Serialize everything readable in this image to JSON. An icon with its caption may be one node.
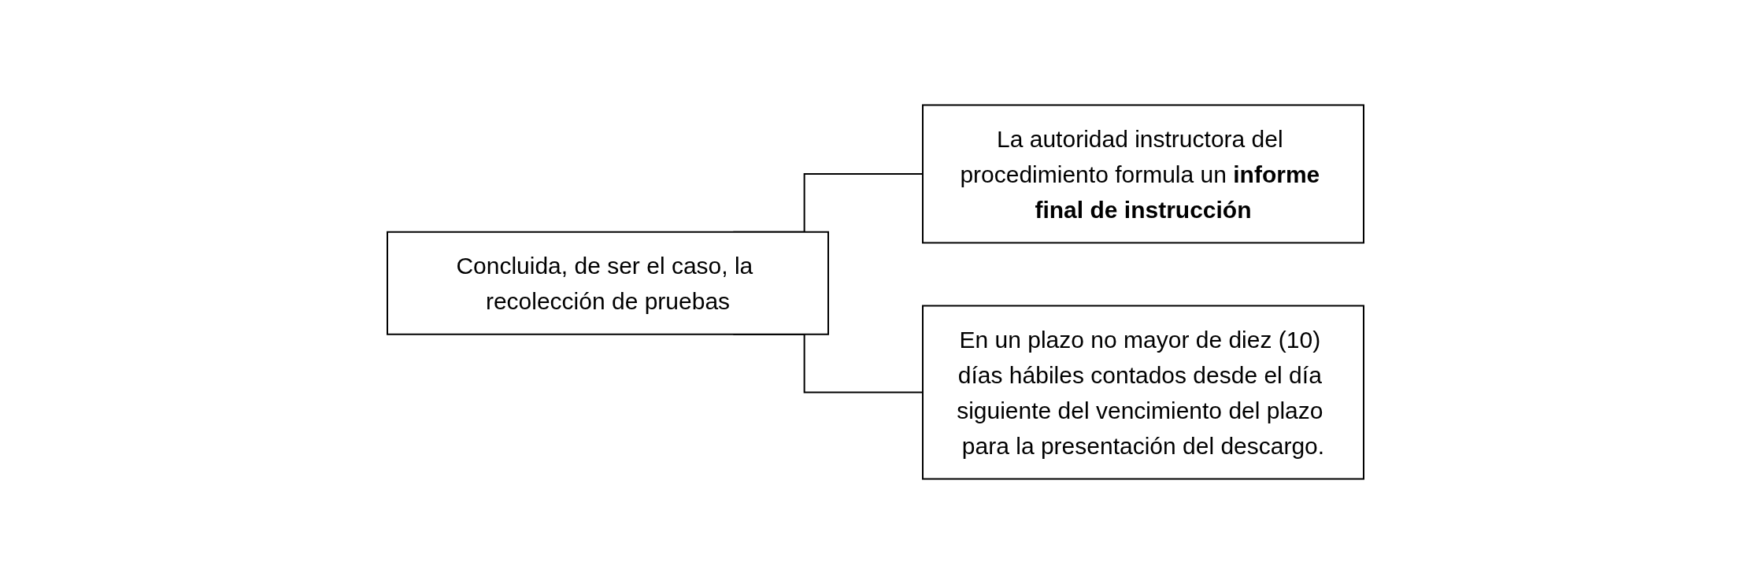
{
  "diagram": {
    "nodes": [
      {
        "text": [
          "Concluida, de ser el caso, la recolección de pruebas"
        ]
      },
      {
        "text": [
          "La autoridad instructora del procedimiento formula un **informe final de instrucción**"
        ]
      },
      {
        "text": [
          "En un plazo no mayor de diez (10) días hábiles contados desde el día siguiente del vencimiento del plazo para la presentación del descargo."
        ]
      }
    ],
    "edges": [
      {
        "from": 0,
        "to": 1,
        "arrow": "none"
      },
      {
        "from": 0,
        "to": 2,
        "arrow": "none"
      }
    ]
  }
}
